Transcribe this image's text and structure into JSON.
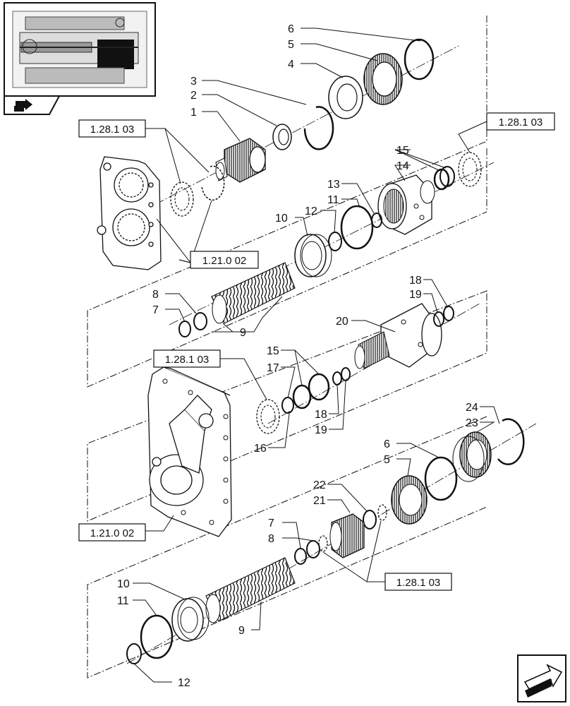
{
  "callouts": [
    {
      "id": "c1",
      "num": "1"
    },
    {
      "id": "c2",
      "num": "2"
    },
    {
      "id": "c3",
      "num": "3"
    },
    {
      "id": "c4",
      "num": "4"
    },
    {
      "id": "c5a",
      "num": "5"
    },
    {
      "id": "c6a",
      "num": "6"
    },
    {
      "id": "c7a",
      "num": "7"
    },
    {
      "id": "c8a",
      "num": "8"
    },
    {
      "id": "c9a",
      "num": "9"
    },
    {
      "id": "c10a",
      "num": "10"
    },
    {
      "id": "c11a",
      "num": "11"
    },
    {
      "id": "c12a",
      "num": "12"
    },
    {
      "id": "c13",
      "num": "13"
    },
    {
      "id": "c14",
      "num": "14"
    },
    {
      "id": "c15a",
      "num": "15"
    },
    {
      "id": "c15b",
      "num": "15"
    },
    {
      "id": "c16",
      "num": "16"
    },
    {
      "id": "c17",
      "num": "17"
    },
    {
      "id": "c18a",
      "num": "18"
    },
    {
      "id": "c18b",
      "num": "18"
    },
    {
      "id": "c19a",
      "num": "19"
    },
    {
      "id": "c19b",
      "num": "19"
    },
    {
      "id": "c20",
      "num": "20"
    },
    {
      "id": "c21",
      "num": "21"
    },
    {
      "id": "c22",
      "num": "22"
    },
    {
      "id": "c23",
      "num": "23"
    },
    {
      "id": "c24",
      "num": "24"
    },
    {
      "id": "c5b",
      "num": "5"
    },
    {
      "id": "c6b",
      "num": "6"
    },
    {
      "id": "c7b",
      "num": "7"
    },
    {
      "id": "c8b",
      "num": "8"
    },
    {
      "id": "c9b",
      "num": "9"
    },
    {
      "id": "c10b",
      "num": "10"
    },
    {
      "id": "c11b",
      "num": "11"
    },
    {
      "id": "c12b",
      "num": "12"
    }
  ],
  "refs": [
    {
      "id": "r1",
      "label": "1.28.1 03"
    },
    {
      "id": "r2",
      "label": "1.28.1 03"
    },
    {
      "id": "r3",
      "label": "1.21.0 02"
    },
    {
      "id": "r4",
      "label": "1.28.1 03"
    },
    {
      "id": "r5",
      "label": "1.21.0 02"
    },
    {
      "id": "r6",
      "label": "1.28.1 03"
    }
  ],
  "colors": {
    "line": "#111111",
    "paper": "#ffffff",
    "hatch": "#222222"
  },
  "icons": {
    "thumbnail": "transmission-thumbnail-icon",
    "next": "next-page-arrow-icon",
    "prev": "prev-page-arrow-icon"
  }
}
